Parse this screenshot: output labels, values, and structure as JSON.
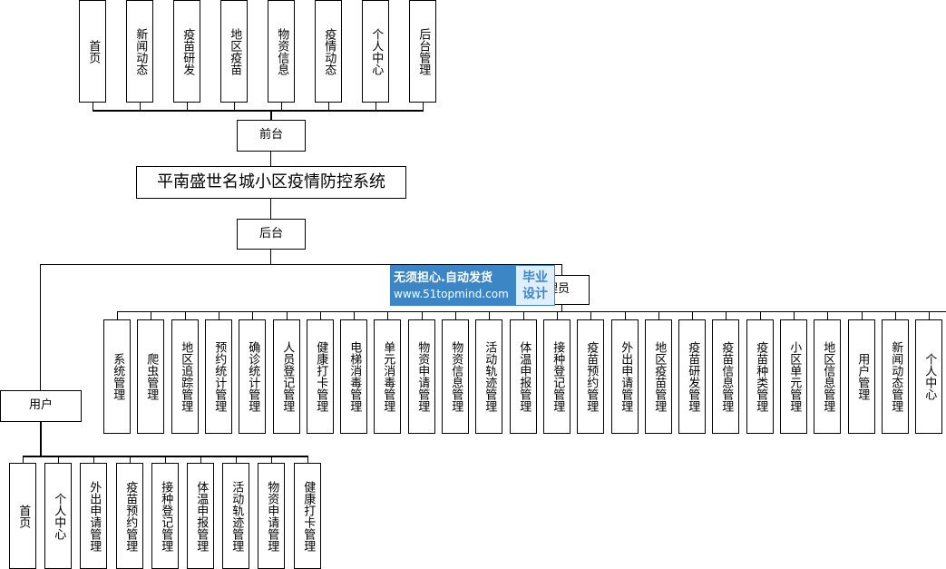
{
  "system": {
    "label": "平南盛世名城小区疫情防控系统"
  },
  "frontend": {
    "label": "前台",
    "items": [
      "首页",
      "新闻动态",
      "疫苗研发",
      "地区疫苗",
      "物资信息",
      "疫情动态",
      "个人中心",
      "后台管理"
    ]
  },
  "backend": {
    "label": "后台"
  },
  "admin": {
    "label": "管理员",
    "label_visible": "理员",
    "items": [
      "系统管理",
      "爬虫管理",
      "地区追踪管理",
      "预约统计管理",
      "确诊统计管理",
      "人员登记管理",
      "健康打卡管理",
      "电梯消毒管理",
      "单元消毒管理",
      "物资申请管理",
      "物资信息管理",
      "活动轨迹管理",
      "体温申报管理",
      "接种登记管理",
      "疫苗预约管理",
      "外出申请管理",
      "地区疫苗管理",
      "疫苗研发管理",
      "疫苗信息管理",
      "疫苗种类管理",
      "小区单元管理",
      "地区信息管理",
      "用户管理",
      "新闻动态管理",
      "个人中心"
    ]
  },
  "user": {
    "label": "用户",
    "items": [
      "首页",
      "个人中心",
      "外出申请管理",
      "疫苗预约管理",
      "接种登记管理",
      "体温申报管理",
      "活动轨迹管理",
      "物资申请管理",
      "健康打卡管理"
    ]
  },
  "watermark": {
    "text_main": "无须担心.自动发货",
    "text_url": "www.51topmind.com",
    "badge_line1": "毕业",
    "badge_line2": "设计"
  },
  "colors": {
    "line": "#000000",
    "watermark_blue": "#3d86c6",
    "watermark_badge_bg": "#dfefff"
  }
}
